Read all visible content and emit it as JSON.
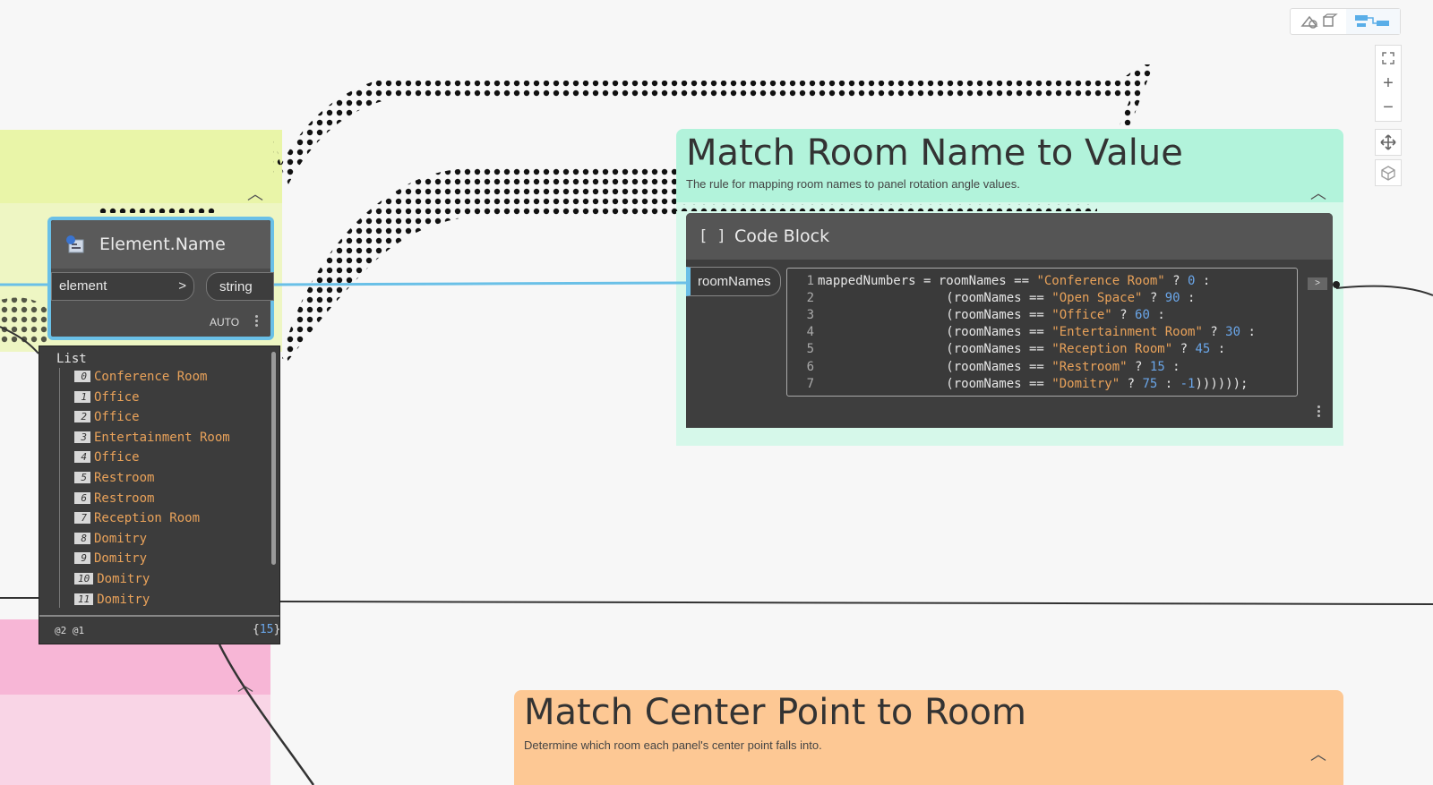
{
  "colors": {
    "wire_blue": "#6ac0e7",
    "group_yellow": "#e9f5a8",
    "group_teal": "#b2f3db",
    "group_pink": "#f7b6d6",
    "group_orange": "#fdc894",
    "string_color": "#e9a25a",
    "number_color": "#6aa6e9"
  },
  "groups": {
    "teal": {
      "title": "Match Room Name to Value",
      "description": "The rule for mapping room names to panel rotation angle values."
    },
    "orange": {
      "title": "Match Center Point to Room",
      "description": "Determine which room each panel's center point falls into."
    }
  },
  "element_name_node": {
    "title": "Element.Name",
    "input_label": "element",
    "input_arrow": ">",
    "output_label": "string",
    "lacing": "AUTO"
  },
  "watch": {
    "header": "List",
    "items": [
      {
        "index": "0",
        "value": "Conference Room"
      },
      {
        "index": "1",
        "value": "Office"
      },
      {
        "index": "2",
        "value": "Office"
      },
      {
        "index": "3",
        "value": "Entertainment Room"
      },
      {
        "index": "4",
        "value": "Office"
      },
      {
        "index": "5",
        "value": "Restroom"
      },
      {
        "index": "6",
        "value": "Restroom"
      },
      {
        "index": "7",
        "value": "Reception Room"
      },
      {
        "index": "8",
        "value": "Domitry"
      },
      {
        "index": "9",
        "value": "Domitry"
      },
      {
        "index": "10",
        "value": "Domitry"
      },
      {
        "index": "11",
        "value": "Domitry"
      }
    ],
    "levels": "@2 @1",
    "count_open": "{",
    "count": "15",
    "count_close": "}"
  },
  "code_block": {
    "title": "Code Block",
    "icon_text": "[ ]",
    "input_port": "roomNames",
    "output_arrow": ">",
    "lines": [
      {
        "no": "1",
        "parts": [
          [
            "t",
            "mappedNumbers = roomNames == "
          ],
          [
            "s",
            "\"Conference Room\""
          ],
          [
            "t",
            " ? "
          ],
          [
            "n",
            "0"
          ],
          [
            "t",
            " :"
          ]
        ]
      },
      {
        "no": "2",
        "parts": [
          [
            "t",
            "                 (roomNames == "
          ],
          [
            "s",
            "\"Open Space\""
          ],
          [
            "t",
            " ? "
          ],
          [
            "n",
            "90"
          ],
          [
            "t",
            " :"
          ]
        ]
      },
      {
        "no": "3",
        "parts": [
          [
            "t",
            "                 (roomNames == "
          ],
          [
            "s",
            "\"Office\""
          ],
          [
            "t",
            " ? "
          ],
          [
            "n",
            "60"
          ],
          [
            "t",
            " :"
          ]
        ]
      },
      {
        "no": "4",
        "parts": [
          [
            "t",
            "                 (roomNames == "
          ],
          [
            "s",
            "\"Entertainment Room\""
          ],
          [
            "t",
            " ? "
          ],
          [
            "n",
            "30"
          ],
          [
            "t",
            " :"
          ]
        ]
      },
      {
        "no": "5",
        "parts": [
          [
            "t",
            "                 (roomNames == "
          ],
          [
            "s",
            "\"Reception Room\""
          ],
          [
            "t",
            " ? "
          ],
          [
            "n",
            "45"
          ],
          [
            "t",
            " :"
          ]
        ]
      },
      {
        "no": "6",
        "parts": [
          [
            "t",
            "                 (roomNames == "
          ],
          [
            "s",
            "\"Restroom\""
          ],
          [
            "t",
            " ? "
          ],
          [
            "n",
            "15"
          ],
          [
            "t",
            " :"
          ]
        ]
      },
      {
        "no": "7",
        "parts": [
          [
            "t",
            "                 (roomNames == "
          ],
          [
            "s",
            "\"Domitry\""
          ],
          [
            "t",
            " ? "
          ],
          [
            "n",
            "75"
          ],
          [
            "t",
            " : "
          ],
          [
            "n",
            "-1"
          ],
          [
            "t",
            "))))));"
          ]
        ]
      }
    ]
  },
  "toolbar": {
    "icons": [
      "geometry-view-icon",
      "graph-view-icon",
      "zoom-to-fit-icon",
      "zoom-in-icon",
      "zoom-out-icon",
      "pan-icon",
      "orbit-icon"
    ],
    "zoom_in": "+",
    "zoom_out": "−"
  }
}
